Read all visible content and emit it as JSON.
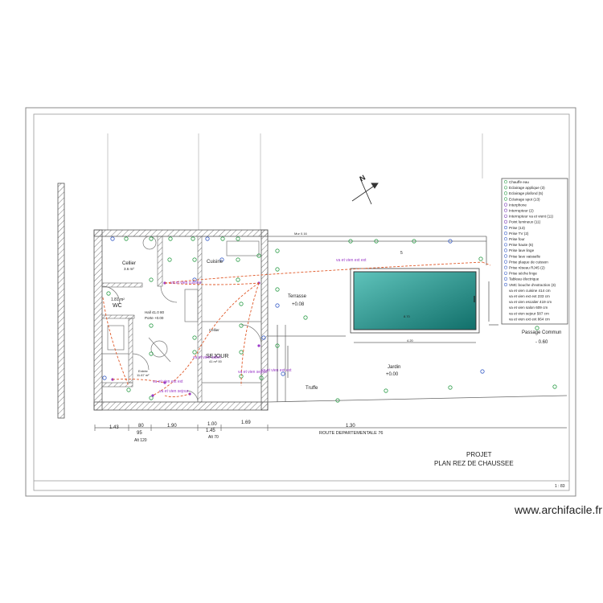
{
  "title": {
    "projet": "PROJET",
    "plan": "PLAN REZ DE CHAUSSEE"
  },
  "scale": "1 : 83",
  "watermark": "www.archifacile.fr",
  "north": "N",
  "rooms": {
    "cellier": "Cellier",
    "cellier_area": "3.6 m²",
    "cuisine": "Cuisine",
    "wc": "WC",
    "wc_area": "1.81 m²",
    "hall_line1": "Hall 41.0 80",
    "hall_line2": "Porte +0.00",
    "sejour": "SEJOUR",
    "sejour_area": "41 m² 00",
    "cellier2": "Cellier",
    "entree_line1": "Entrée",
    "entree_line2": "11.67 m²",
    "terrasse": "Terrasse",
    "terrasse_level": "+0.08",
    "jardin": "Jardin",
    "jardin_level": "+0.00",
    "truffe": "Truffe",
    "passage": "Passage Commun",
    "passage_level": "- 0.60",
    "mur": "Mur 0.16"
  },
  "annotations": {
    "vv_ext": "va et vien ext ext",
    "vv_cuisine": "va et vien cuisine",
    "vv_sejour_1": "va et vien sejour",
    "vv_sejour_2": "va et vien ext ext",
    "vv_sejour_3": "va et vien sejour",
    "vv_salon": "va et vien salon",
    "vv_ext2": "va et vien ext ext"
  },
  "dimensions": {
    "d143": "1.43",
    "d80": "80",
    "d95": "95",
    "d190": "1.90",
    "d100": "1.00",
    "d145": "1.45",
    "d169": "1.69",
    "d130": "1.30",
    "d420": "4.20",
    "d500": "5",
    "d870": "8.70",
    "alt120": "Alt 120",
    "alt70": "Alt 70"
  },
  "road": "ROUTE DEPARTEMENTALE 76",
  "legend": [
    {
      "icon": "water-heater-icon",
      "label": "Chauffe eau"
    },
    {
      "icon": "wall-light-icon",
      "label": "Eclairage applique (3)"
    },
    {
      "icon": "ceiling-light-icon",
      "label": "Eclairage plafond (5)"
    },
    {
      "icon": "spot-light-icon",
      "label": "Eclairage spot (13)"
    },
    {
      "icon": "intercom-icon",
      "label": "Interphone"
    },
    {
      "icon": "switch-icon",
      "label": "Interrupteur (2)"
    },
    {
      "icon": "two-way-switch-icon",
      "label": "Interrupteur va et vient (11)"
    },
    {
      "icon": "light-point-icon",
      "label": "Point lumineux (11)"
    },
    {
      "icon": "socket-icon",
      "label": "Prise (13)"
    },
    {
      "icon": "tv-socket-icon",
      "label": "Prise TV (2)"
    },
    {
      "icon": "oven-socket-icon",
      "label": "Prise four"
    },
    {
      "icon": "high-socket-icon",
      "label": "Prise haute (6)"
    },
    {
      "icon": "washing-machine-socket-icon",
      "label": "Prise lave linge"
    },
    {
      "icon": "dishwasher-socket-icon",
      "label": "Prise lave vaisselle"
    },
    {
      "icon": "hob-socket-icon",
      "label": "Prise plaque de cuisson"
    },
    {
      "icon": "rj45-socket-icon",
      "label": "Prise réseau RJ45 (2)"
    },
    {
      "icon": "dryer-socket-icon",
      "label": "Prise sèche linge"
    },
    {
      "icon": "electrical-panel-icon",
      "label": "Tableau électrique"
    },
    {
      "icon": "vmc-icon",
      "label": "VMC bouche d'extraction (3)"
    },
    {
      "icon": "",
      "label": "va et vien cuisine 414 cm"
    },
    {
      "icon": "",
      "label": "va et vien ext ext 233 cm"
    },
    {
      "icon": "",
      "label": "va et vien escalier 419 cm"
    },
    {
      "icon": "",
      "label": "va et vien salon 609 cm"
    },
    {
      "icon": "",
      "label": "va et vien sejour 587 cm"
    },
    {
      "icon": "",
      "label": "va et vien ext ext 864 cm"
    }
  ],
  "colors": {
    "pool": "#1f8f8a",
    "pool_light": "#5fc3bb",
    "green": "#2e9e4a",
    "purple": "#9b39c8",
    "red_dash": "#e05a2a",
    "line": "#555555"
  }
}
